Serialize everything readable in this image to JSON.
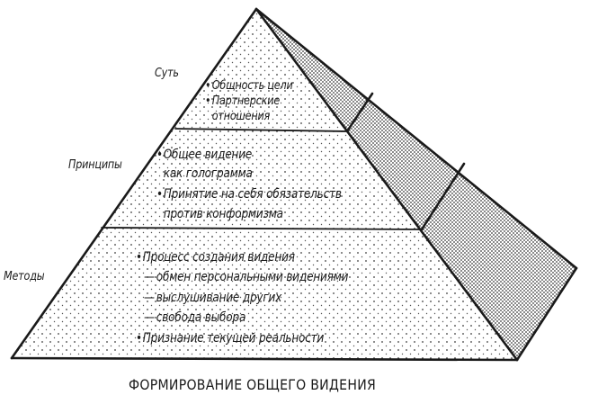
{
  "diagram": {
    "title": "ФОРМИРОВАНИЕ ОБЩЕГО ВИДЕНИЯ",
    "type": "pyramid",
    "colors": {
      "stroke": "#1a1a1a",
      "front_face_dots": "#3a3a3a",
      "side_face_dots": "#2a2a2a",
      "background": "#ffffff"
    },
    "levels": [
      {
        "label": "Суть",
        "items": [
          {
            "bullet": "•",
            "text": "Общность цели"
          },
          {
            "bullet": "•",
            "text": "Партнерские"
          },
          {
            "bullet": "",
            "text": "отношения"
          }
        ]
      },
      {
        "label": "Принципы",
        "items": [
          {
            "bullet": "•",
            "text": "Общее видение"
          },
          {
            "bullet": "",
            "text": "как голограмма"
          },
          {
            "bullet": "•",
            "text": "Принятие на себя обязательств"
          },
          {
            "bullet": "",
            "text": "против конформизма"
          }
        ]
      },
      {
        "label": "Методы",
        "items": [
          {
            "bullet": "•",
            "text": "Процесс создания видения"
          },
          {
            "bullet": "—",
            "text": "обмен персональными видениями"
          },
          {
            "bullet": "—",
            "text": "выслушивание других"
          },
          {
            "bullet": "—",
            "text": "свобода выбора"
          },
          {
            "bullet": "•",
            "text": "Признание текущей реальности"
          }
        ]
      }
    ]
  }
}
